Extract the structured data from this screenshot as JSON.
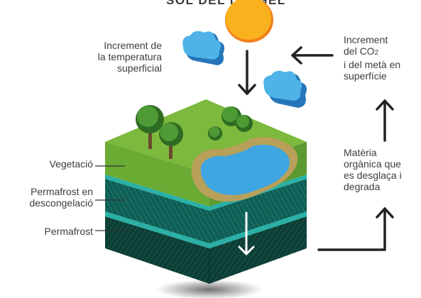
{
  "title": "SÒL DEL DESGEL",
  "labels": {
    "temperature": [
      "Increment de",
      "la temperatura",
      "superficial"
    ],
    "co2": [
      "Increment",
      "del CO",
      "2",
      "i del metà en",
      "superfície"
    ],
    "vegetation": "Vegetació",
    "thawing": [
      "Permafrost en",
      "descongelació"
    ],
    "permafrost": "Permafrost",
    "organic": [
      "Matèria",
      "orgànica que",
      "es desglaça i",
      "degrada"
    ]
  },
  "colors": {
    "sun": "#f9b21d",
    "sun_edge": "#f07f1a",
    "cloud": "#4fb3e8",
    "cloud_shadow": "#2576b8",
    "grass_top": "#7cb93c",
    "grass_side": "#5a9a2e",
    "water": "#3ea6e0",
    "shore": "#b8a05a",
    "thaw_layer": "#10695f",
    "thaw_band": "#2ab0a6",
    "permafrost_layer": "#0d3d35",
    "arrow": "#222222"
  }
}
